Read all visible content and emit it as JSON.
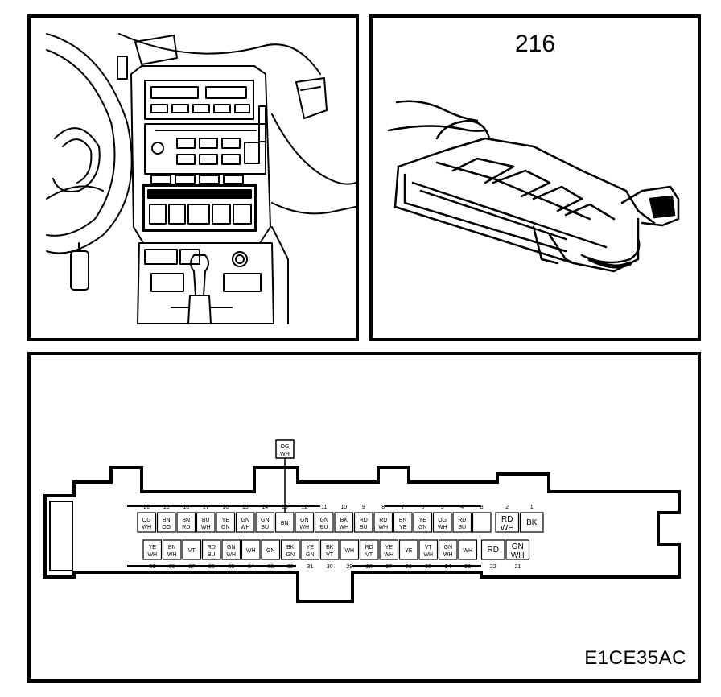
{
  "panels": {
    "dashboard": {},
    "connector": {
      "ref": "216"
    },
    "pinout": {
      "doc_code": "E1CE35AC",
      "callout_wire": [
        "OG",
        "WH"
      ],
      "top_row_pins": [
        "20",
        "19",
        "18",
        "17",
        "16",
        "15",
        "14",
        "13",
        "12",
        "11",
        "10",
        "9",
        "8",
        "7",
        "6",
        "5",
        "4",
        "3",
        "2",
        "1"
      ],
      "bottom_row_pins": [
        "39",
        "38",
        "37",
        "36",
        "35",
        "34",
        "33",
        "32",
        "31",
        "30",
        "29",
        "28",
        "27",
        "26",
        "25",
        "24",
        "23",
        "22",
        "21"
      ],
      "top_row_wires": [
        [
          "OG",
          "WH"
        ],
        [
          "BN",
          "OG"
        ],
        [
          "BN",
          "RD"
        ],
        [
          "BU",
          "WH"
        ],
        [
          "YE",
          "GN"
        ],
        [
          "GN",
          "WH"
        ],
        [
          "GN",
          "BU"
        ],
        [
          "BN",
          ""
        ],
        [
          "GN",
          "WH"
        ],
        [
          "GN",
          "BU"
        ],
        [
          "BK",
          "WH"
        ],
        [
          "RD",
          "BU"
        ],
        [
          "RD",
          "WH"
        ],
        [
          "BN",
          "YE"
        ],
        [
          "YE",
          "GN"
        ],
        [
          "OG",
          "WH"
        ],
        [
          "RD",
          "BU"
        ],
        [
          "",
          ""
        ],
        [
          "RD",
          "WH"
        ],
        [
          "BK",
          ""
        ]
      ],
      "bottom_row_wires": [
        [
          "YE",
          "WH"
        ],
        [
          "BN",
          "WH"
        ],
        [
          "VT",
          ""
        ],
        [
          "RD",
          "BU"
        ],
        [
          "GN",
          "WH"
        ],
        [
          "WH",
          ""
        ],
        [
          "GN",
          ""
        ],
        [
          "BK",
          "GN"
        ],
        [
          "YE",
          "GN"
        ],
        [
          "BK",
          "VT"
        ],
        [
          "WH",
          ""
        ],
        [
          "RD",
          "VT"
        ],
        [
          "YE",
          "WH"
        ],
        [
          "YE",
          ""
        ],
        [
          "VT",
          "WH"
        ],
        [
          "GN",
          "WH"
        ],
        [
          "WH",
          ""
        ],
        [
          "RD",
          ""
        ],
        [
          "GN",
          "WH"
        ]
      ]
    }
  }
}
